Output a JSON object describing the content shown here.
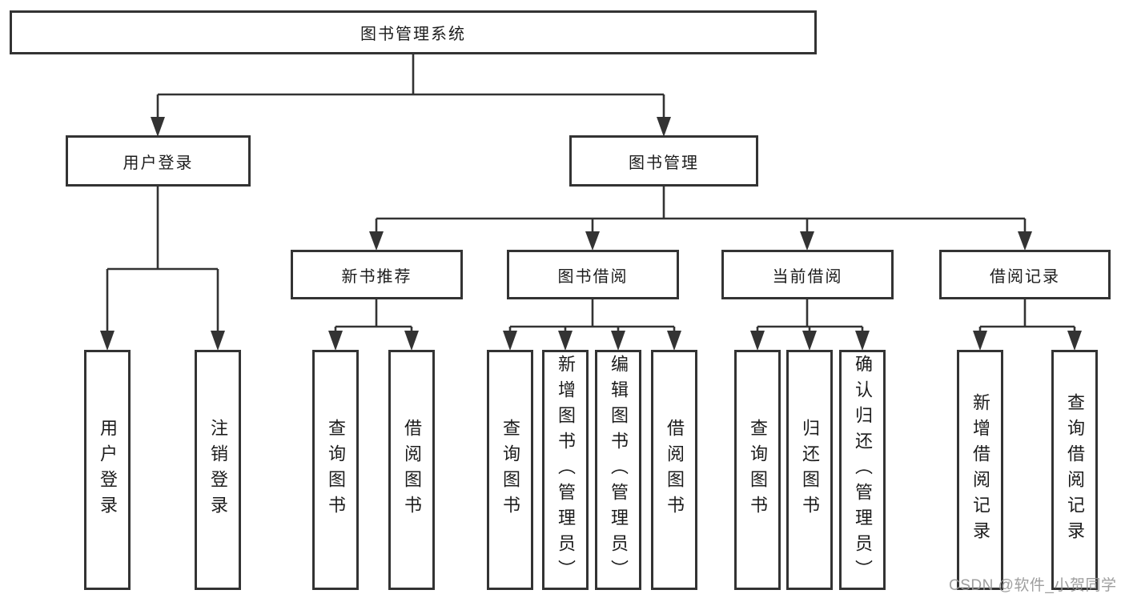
{
  "title": "图书管理系统",
  "colors": {
    "line": "#333333",
    "box_fill": "#ffffff",
    "text": "#1c1c1c",
    "watermark": "#969696"
  },
  "tree": {
    "root": {
      "label": "图书管理系统"
    },
    "branches": [
      {
        "label": "用户登录",
        "children": [
          "用户登录",
          "注销登录"
        ]
      },
      {
        "label": "图书管理",
        "groups": [
          {
            "label": "新书推荐",
            "children": [
              "查询图书",
              "借阅图书"
            ]
          },
          {
            "label": "图书借阅",
            "children": [
              "查询图书",
              "新增图书（管理员）",
              "编辑图书（管理员）",
              "借阅图书"
            ]
          },
          {
            "label": "当前借阅",
            "children": [
              "查询图书",
              "归还图书",
              "确认归还（管理员）"
            ]
          },
          {
            "label": "借阅记录",
            "children": [
              "新增借阅记录",
              "查询借阅记录"
            ]
          }
        ]
      }
    ]
  },
  "watermark": "CSDN @软件_小贺同学"
}
